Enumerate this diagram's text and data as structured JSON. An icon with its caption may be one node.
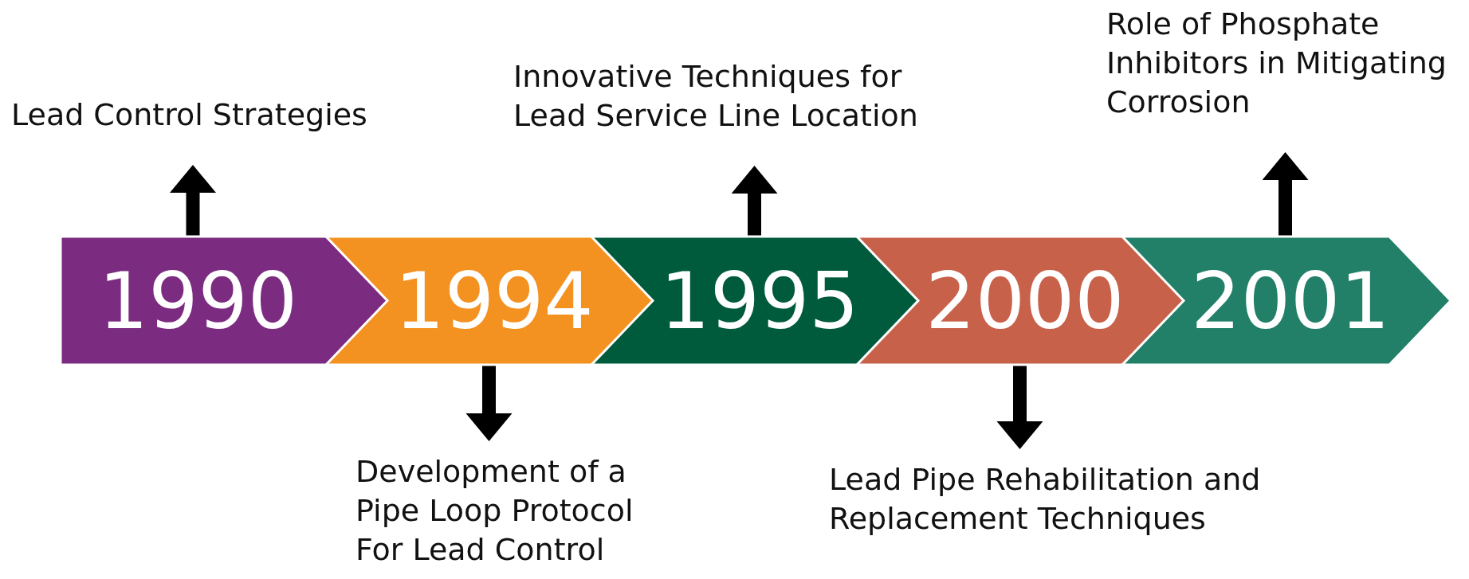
{
  "diagram": {
    "nodes": [
      {
        "text": [
          "1990"
        ]
      },
      {
        "text": [
          "1994"
        ]
      },
      {
        "text": [
          "1995"
        ]
      },
      {
        "text": [
          "2000"
        ]
      },
      {
        "text": [
          "2001"
        ]
      },
      {
        "text": [
          "Lead Control Strategies"
        ]
      },
      {
        "text": [
          "Development of a Pipe Loop Protocol For Lead Control"
        ]
      },
      {
        "text": [
          "Innovative Techniques for Lead Service Line Location"
        ]
      },
      {
        "text": [
          "Lead Pipe Rehabilitation and Replacement Techniques"
        ]
      },
      {
        "text": [
          "Role of Phosphate Inhibitors in Mitigating Corrosion"
        ]
      }
    ],
    "edges": [
      {
        "from": 0,
        "to": 5,
        "arrow": "to"
      },
      {
        "from": 1,
        "to": 6,
        "arrow": "to"
      },
      {
        "from": 2,
        "to": 7,
        "arrow": "to"
      },
      {
        "from": 3,
        "to": 8,
        "arrow": "to"
      },
      {
        "from": 4,
        "to": 9,
        "arrow": "to"
      }
    ]
  }
}
